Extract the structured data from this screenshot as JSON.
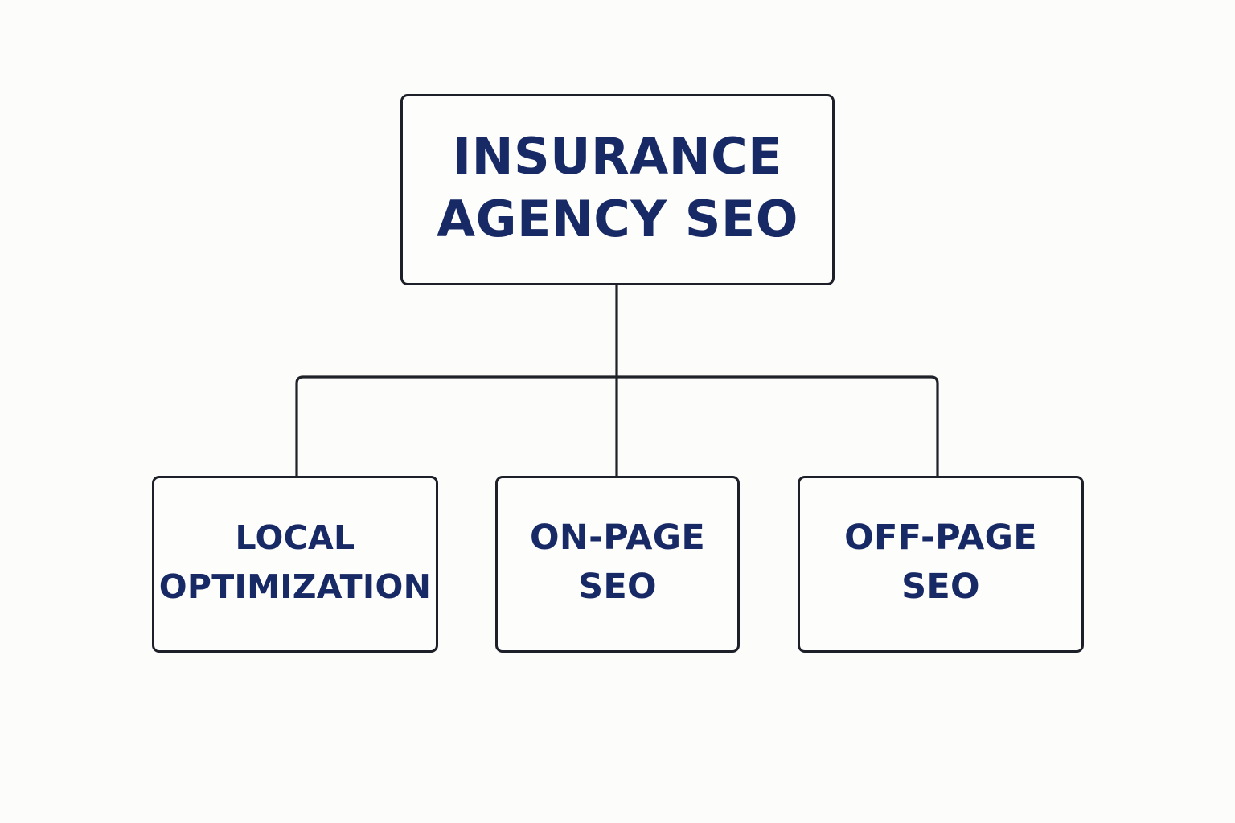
{
  "diagram": {
    "root": {
      "label": "INSURANCE\nAGENCY SEO"
    },
    "children": [
      {
        "label": "LOCAL\nOPTIMIZATION"
      },
      {
        "label": "ON-PAGE\nSEO"
      },
      {
        "label": "OFF-PAGE\nSEO"
      }
    ],
    "colors": {
      "text": "#182a66",
      "border": "#1d2028",
      "background": "#fcfcfb"
    }
  }
}
